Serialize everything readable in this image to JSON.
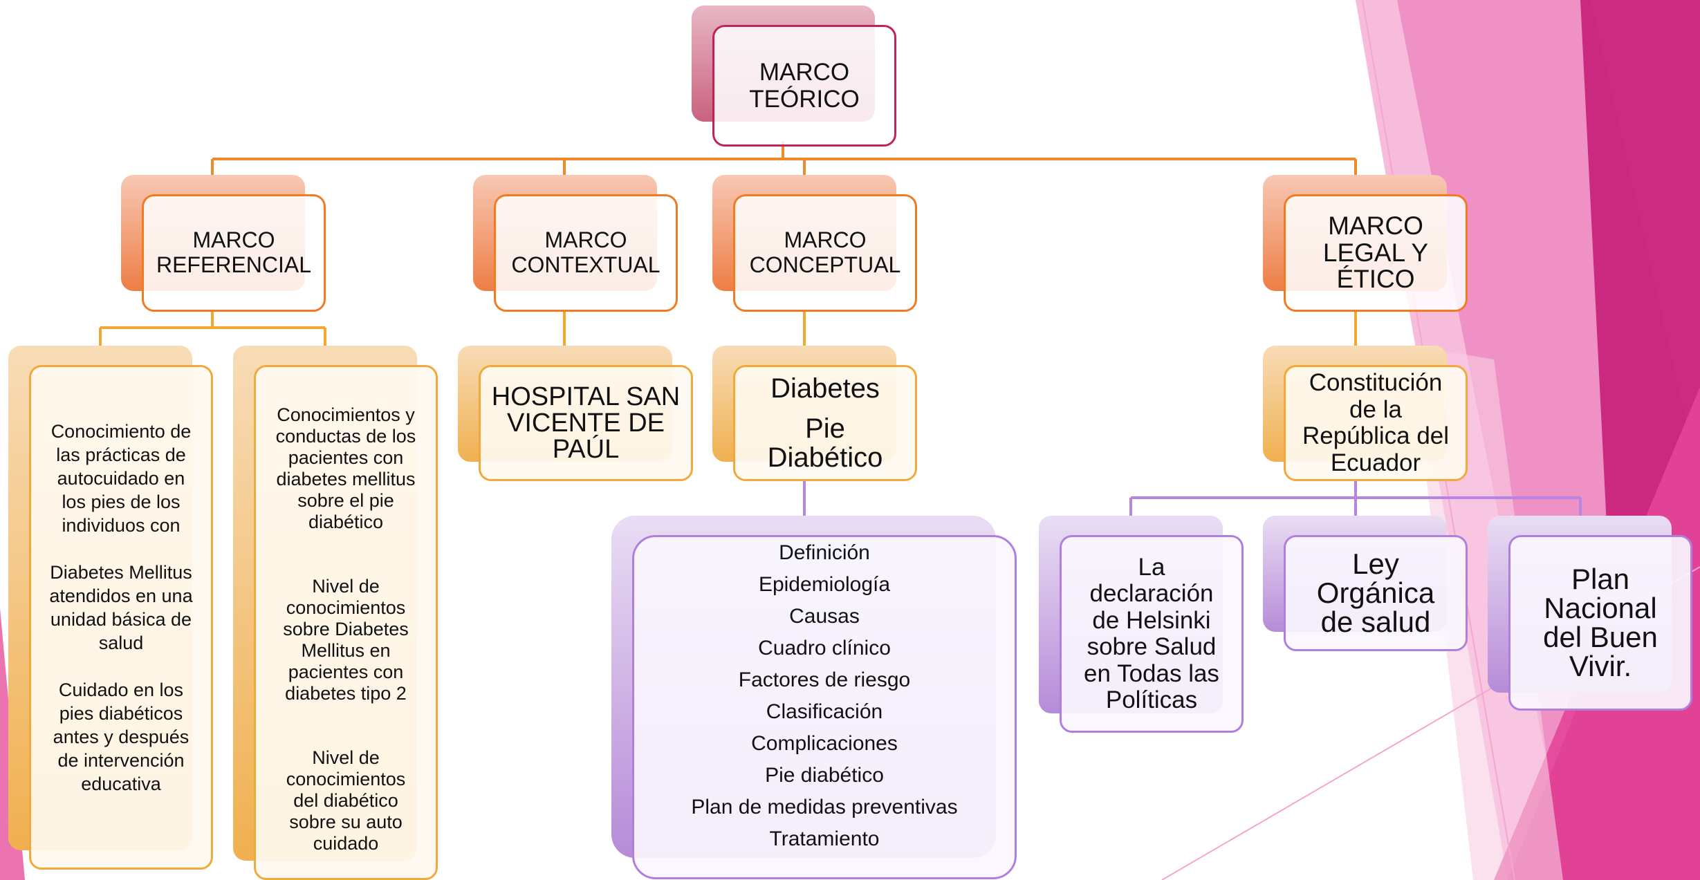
{
  "diagram": {
    "root": "MARCO TEÓRICO",
    "sections": {
      "referencial": [
        "MARCO",
        "REFERENCIAL"
      ],
      "contextual": [
        "MARCO",
        "CONTEXTUAL"
      ],
      "conceptual": [
        "MARCO",
        "CONCEPTUAL"
      ],
      "legal": [
        "MARCO",
        "LEGAL Y",
        "ÉTICO"
      ]
    },
    "referencial_children": {
      "left": [
        "Conocimiento de",
        "las prácticas de",
        "autocuidado en",
        "los pies de los",
        "individuos con",
        "",
        "Diabetes Mellitus",
        "atendidos en una",
        "unidad básica de",
        "salud",
        "",
        "Cuidado en los",
        "pies diabéticos",
        "antes y después",
        "de intervención",
        "educativa"
      ],
      "right": [
        "Conocimientos y",
        "conductas de los",
        "pacientes con",
        "diabetes mellitus",
        "sobre el pie",
        "diabético",
        "",
        "",
        "Nivel de",
        "conocimientos",
        "sobre Diabetes",
        "Mellitus en",
        "pacientes con",
        "diabetes tipo 2",
        "",
        "",
        "Nivel de",
        "conocimientos",
        "del diabético",
        "sobre su auto",
        "cuidado"
      ]
    },
    "contextual_child": [
      "HOSPITAL SAN",
      "VICENTE DE",
      "PAÚL"
    ],
    "conceptual_child": [
      "Diabetes",
      "Pie",
      "Diabético"
    ],
    "conceptual_topics": [
      "Definición",
      "Epidemiología",
      "Causas",
      "Cuadro clínico",
      "Factores de riesgo",
      "Clasificación",
      "Complicaciones",
      "Pie diabético",
      "Plan de medidas preventivas",
      "Tratamiento"
    ],
    "legal_child": [
      "Constitución",
      "de la",
      "República del",
      "Ecuador"
    ],
    "legal_children": {
      "helsinki": [
        "La",
        "declaración",
        "de Helsinki",
        "sobre Salud",
        "en Todas las",
        "Políticas"
      ],
      "ley": [
        "Ley",
        "Orgánica",
        "de salud"
      ],
      "plan": [
        "Plan",
        "Nacional",
        "del Buen",
        "Vivir."
      ]
    }
  },
  "colors": {
    "root_border": "#c3215a",
    "level1_border": "#f07b22",
    "level2_border": "#f2a93b",
    "level3_border": "#b07fdc",
    "connector_orange": "#ee8a2a",
    "connector_amber": "#f0a830",
    "connector_violet": "#b685e0",
    "background_accent": "#d63384"
  }
}
